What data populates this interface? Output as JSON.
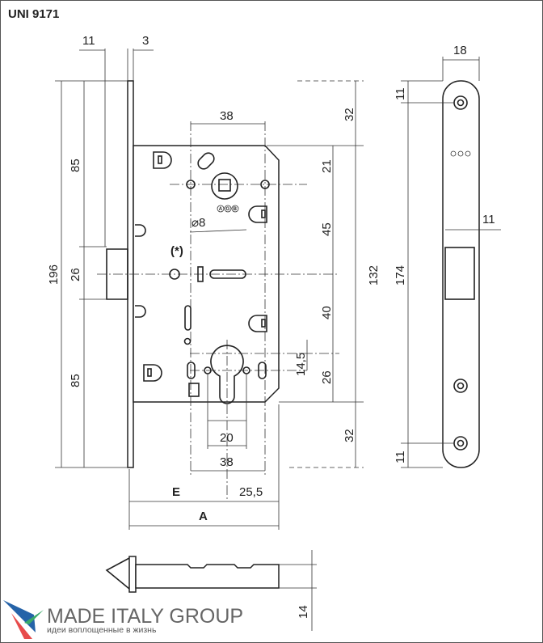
{
  "title": "UNI 9171",
  "dimensions": {
    "top_11": "11",
    "top_3": "3",
    "left_196": "196",
    "left_85_top": "85",
    "left_26": "26",
    "left_85_bottom": "85",
    "top_38": "38",
    "right_32_top": "32",
    "right_21": "21",
    "right_45": "45",
    "right_132": "132",
    "right_40": "40",
    "right_14_5": "14,5",
    "right_26": "26",
    "right_32_bottom": "32",
    "square_8": "⌀8",
    "note": "(*)",
    "bottom_20": "20",
    "bottom_38": "38",
    "E": "E",
    "bottom_25_5": "25,5",
    "A": "A",
    "plate_18": "18",
    "plate_11_top": "11",
    "plate_11_latch": "11",
    "plate_174": "174",
    "plate_11_bottom": "11",
    "side_14": "14"
  },
  "marking": "AGB",
  "logo": {
    "name": "MADE ITALY GROUP",
    "tagline": "идеи воплощенные в жизнь"
  }
}
